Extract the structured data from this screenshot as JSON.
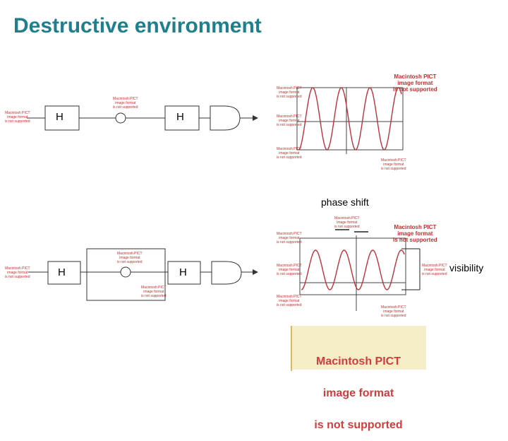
{
  "title": "Destructive environment",
  "top": {
    "h1": "H",
    "h2": "H"
  },
  "bottom": {
    "h1": "H",
    "h2": "H"
  },
  "labels": {
    "phase_shift": "phase shift",
    "visibility": "visibility"
  },
  "pict_notice": {
    "line1": "Macintosh PICT",
    "line2": "image format",
    "line3": "is not supported"
  },
  "pict_small_a": "Macintosh PICT\nimage format\nis not supported",
  "pict_tiny": "Macintosh PICT\nimage format\nis not supported",
  "colors": {
    "title": "#1f7f8c",
    "wave": "#c0303a",
    "pict": "#d23c3c",
    "pict_bg": "#f5ecc8"
  }
}
